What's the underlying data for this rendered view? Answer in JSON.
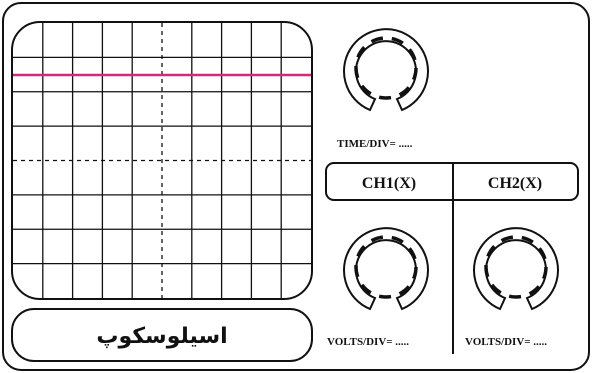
{
  "device": {
    "title": "اسیلوسکوپ"
  },
  "time_knob": {
    "label": "TIME/DIV= ....."
  },
  "channels": [
    {
      "label": "CH1(X)",
      "volts_label": "VOLTS/DIV= ....."
    },
    {
      "label": "CH2(X)",
      "volts_label": "VOLTS/DIV= ....."
    }
  ],
  "screen": {
    "trace_color": "#d6287a",
    "grid_color": "#111111"
  }
}
